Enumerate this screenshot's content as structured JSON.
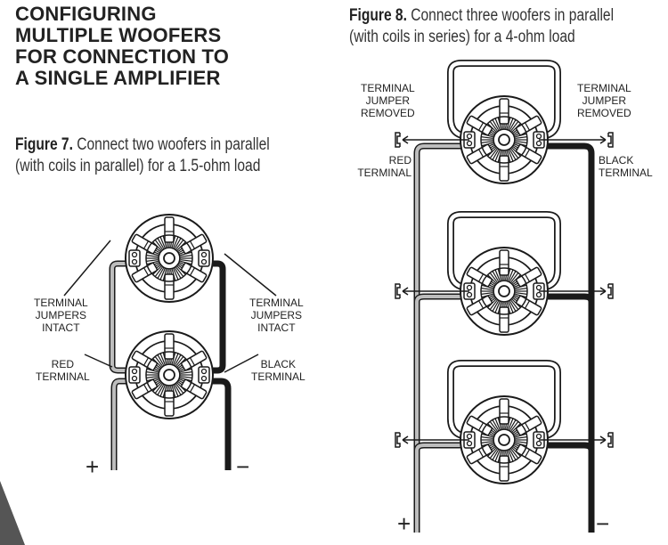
{
  "heading": {
    "lines": [
      "CONFIGURING",
      "MULTIPLE WOOFERS",
      "FOR CONNECTION TO",
      "A SINGLE AMPLIFIER"
    ]
  },
  "figure7": {
    "label": "Figure 7.",
    "caption_line1": " Connect two woofers in parallel",
    "caption_line2": "(with coils in parallel) for a 1.5-ohm load",
    "woofer_count": 2,
    "labels": {
      "left_jumpers": [
        "TERMINAL",
        "JUMPERS",
        "INTACT"
      ],
      "right_jumpers": [
        "TERMINAL",
        "JUMPERS",
        "INTACT"
      ],
      "red_terminal": [
        "RED",
        "TERMINAL"
      ],
      "black_terminal": [
        "BLACK",
        "TERMINAL"
      ]
    },
    "plus": "+",
    "minus": "−"
  },
  "figure8": {
    "label": "Figure 8.",
    "caption_line1": " Connect three woofers in parallel",
    "caption_line2": "(with coils in series) for a 4-ohm load",
    "woofer_count": 3,
    "labels": {
      "left_jumper": [
        "TERMINAL",
        "JUMPER",
        "REMOVED"
      ],
      "right_jumper": [
        "TERMINAL",
        "JUMPER",
        "REMOVED"
      ],
      "red_terminal": [
        "RED",
        "TERMINAL"
      ],
      "black_terminal": [
        "BLACK",
        "TERMINAL"
      ]
    },
    "plus": "+",
    "minus": "−"
  },
  "colors": {
    "positive_wire": "#bdbdbd",
    "negative_wire": "#1a1a1a",
    "outline": "#1a1a1a"
  }
}
